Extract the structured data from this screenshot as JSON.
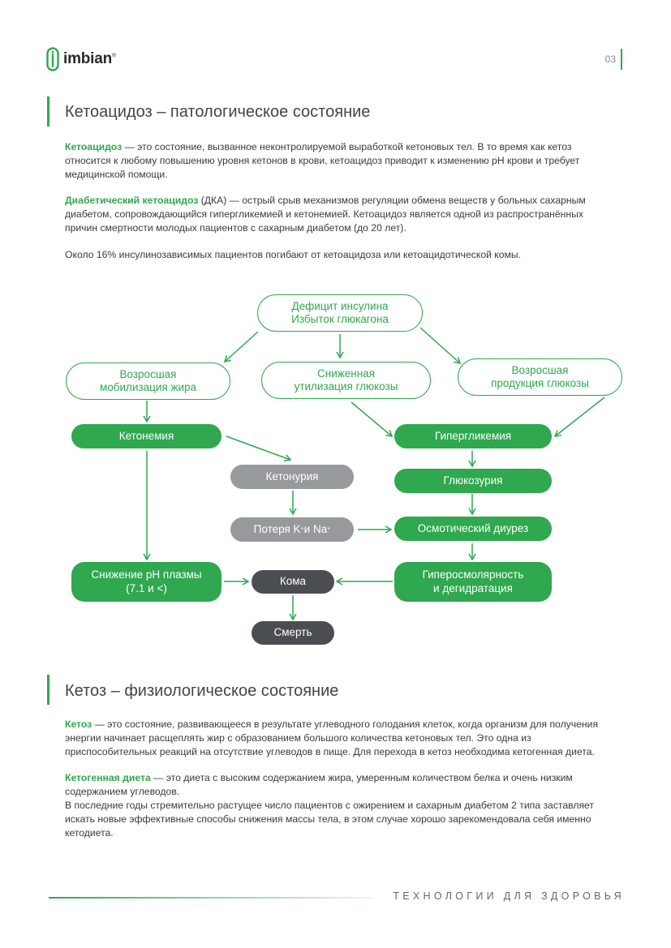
{
  "header": {
    "logo_text": "imbian",
    "logo_mark": "®",
    "page_number": "03"
  },
  "colors": {
    "accent": "#2fa84f",
    "gray_node": "#969a9c",
    "dark_node": "#4a4e53"
  },
  "section1": {
    "title": "Кетоацидоз – патологическое состояние",
    "p1_term": "Кетоацидоз",
    "p1_text": " — это состояние, вызванное неконтролируемой выработкой кетоновых тел. В то время как кетоз относится к любому повышению уровня кетонов в крови, кетоацидоз приводит к изменению pH крови и требует медицинской помощи.",
    "p2_term": "Диабетический кетоацидоз",
    "p2_text": " (ДКА) — острый срыв механизмов регуляции обмена веществ у больных сахарным диабетом, сопровождающийся гипергликемией и кетонемией. Кетоацидоз является одной из распространённых причин смертности молодых пациентов с сахарным диабетом (до 20 лет).",
    "p3_text": "Около 16% инсулинозависимых пациентов погибают от кетоацидоза или кетоацидотической комы."
  },
  "diagram": {
    "root": "Дефицит инсулина\nИзбыток глюкагона",
    "fat": "Возросшая\nмобилизация жира",
    "utilization": "Сниженная\nутилизация глюкозы",
    "production": "Возросшая\nпродукция глюкозы",
    "ketonemia": "Кетонемия",
    "hyperglycemia": "Гипергликемия",
    "ketonuria": "Кетонурия",
    "glucosuria": "Глюкозурия",
    "loss_prefix": "Потеря K",
    "loss_mid": " и Na",
    "loss_sup": "+",
    "osmotic": "Осмотический диурез",
    "ph_drop": "Снижение pH плазмы\n(7.1 и <)",
    "coma": "Кома",
    "hyperosm": "Гиперосмолярность\nи дегидратация",
    "death": "Смерть"
  },
  "section2": {
    "title": "Кетоз – физиологическое состояние",
    "p1_term": "Кетоз",
    "p1_text": " — это состояние, развивающееся в результате углеводного голодания клеток, когда организм для получения энергии начинает расщеплять жир с образованием большого количества кетоновых тел. Это одна из приспособительных реакций на отсутствие углеводов в пище. Для перехода в кетоз необходима кетогенная диета.",
    "p2_term": "Кетогенная диета",
    "p2_text": " — это диета с высоким содержанием жира, умеренным количеством белка и очень низким содержанием углеводов.",
    "p3_text": "В последние годы стремительно растущее число пациентов с ожирением и сахарным диабетом 2 типа заставляет искать новые эффективные способы снижения массы тела, в этом случае хорошо зарекомендовала себя именно кетодиета."
  },
  "footer": {
    "tagline": "ТЕХНОЛОГИИ ДЛЯ ЗДОРОВЬЯ"
  }
}
